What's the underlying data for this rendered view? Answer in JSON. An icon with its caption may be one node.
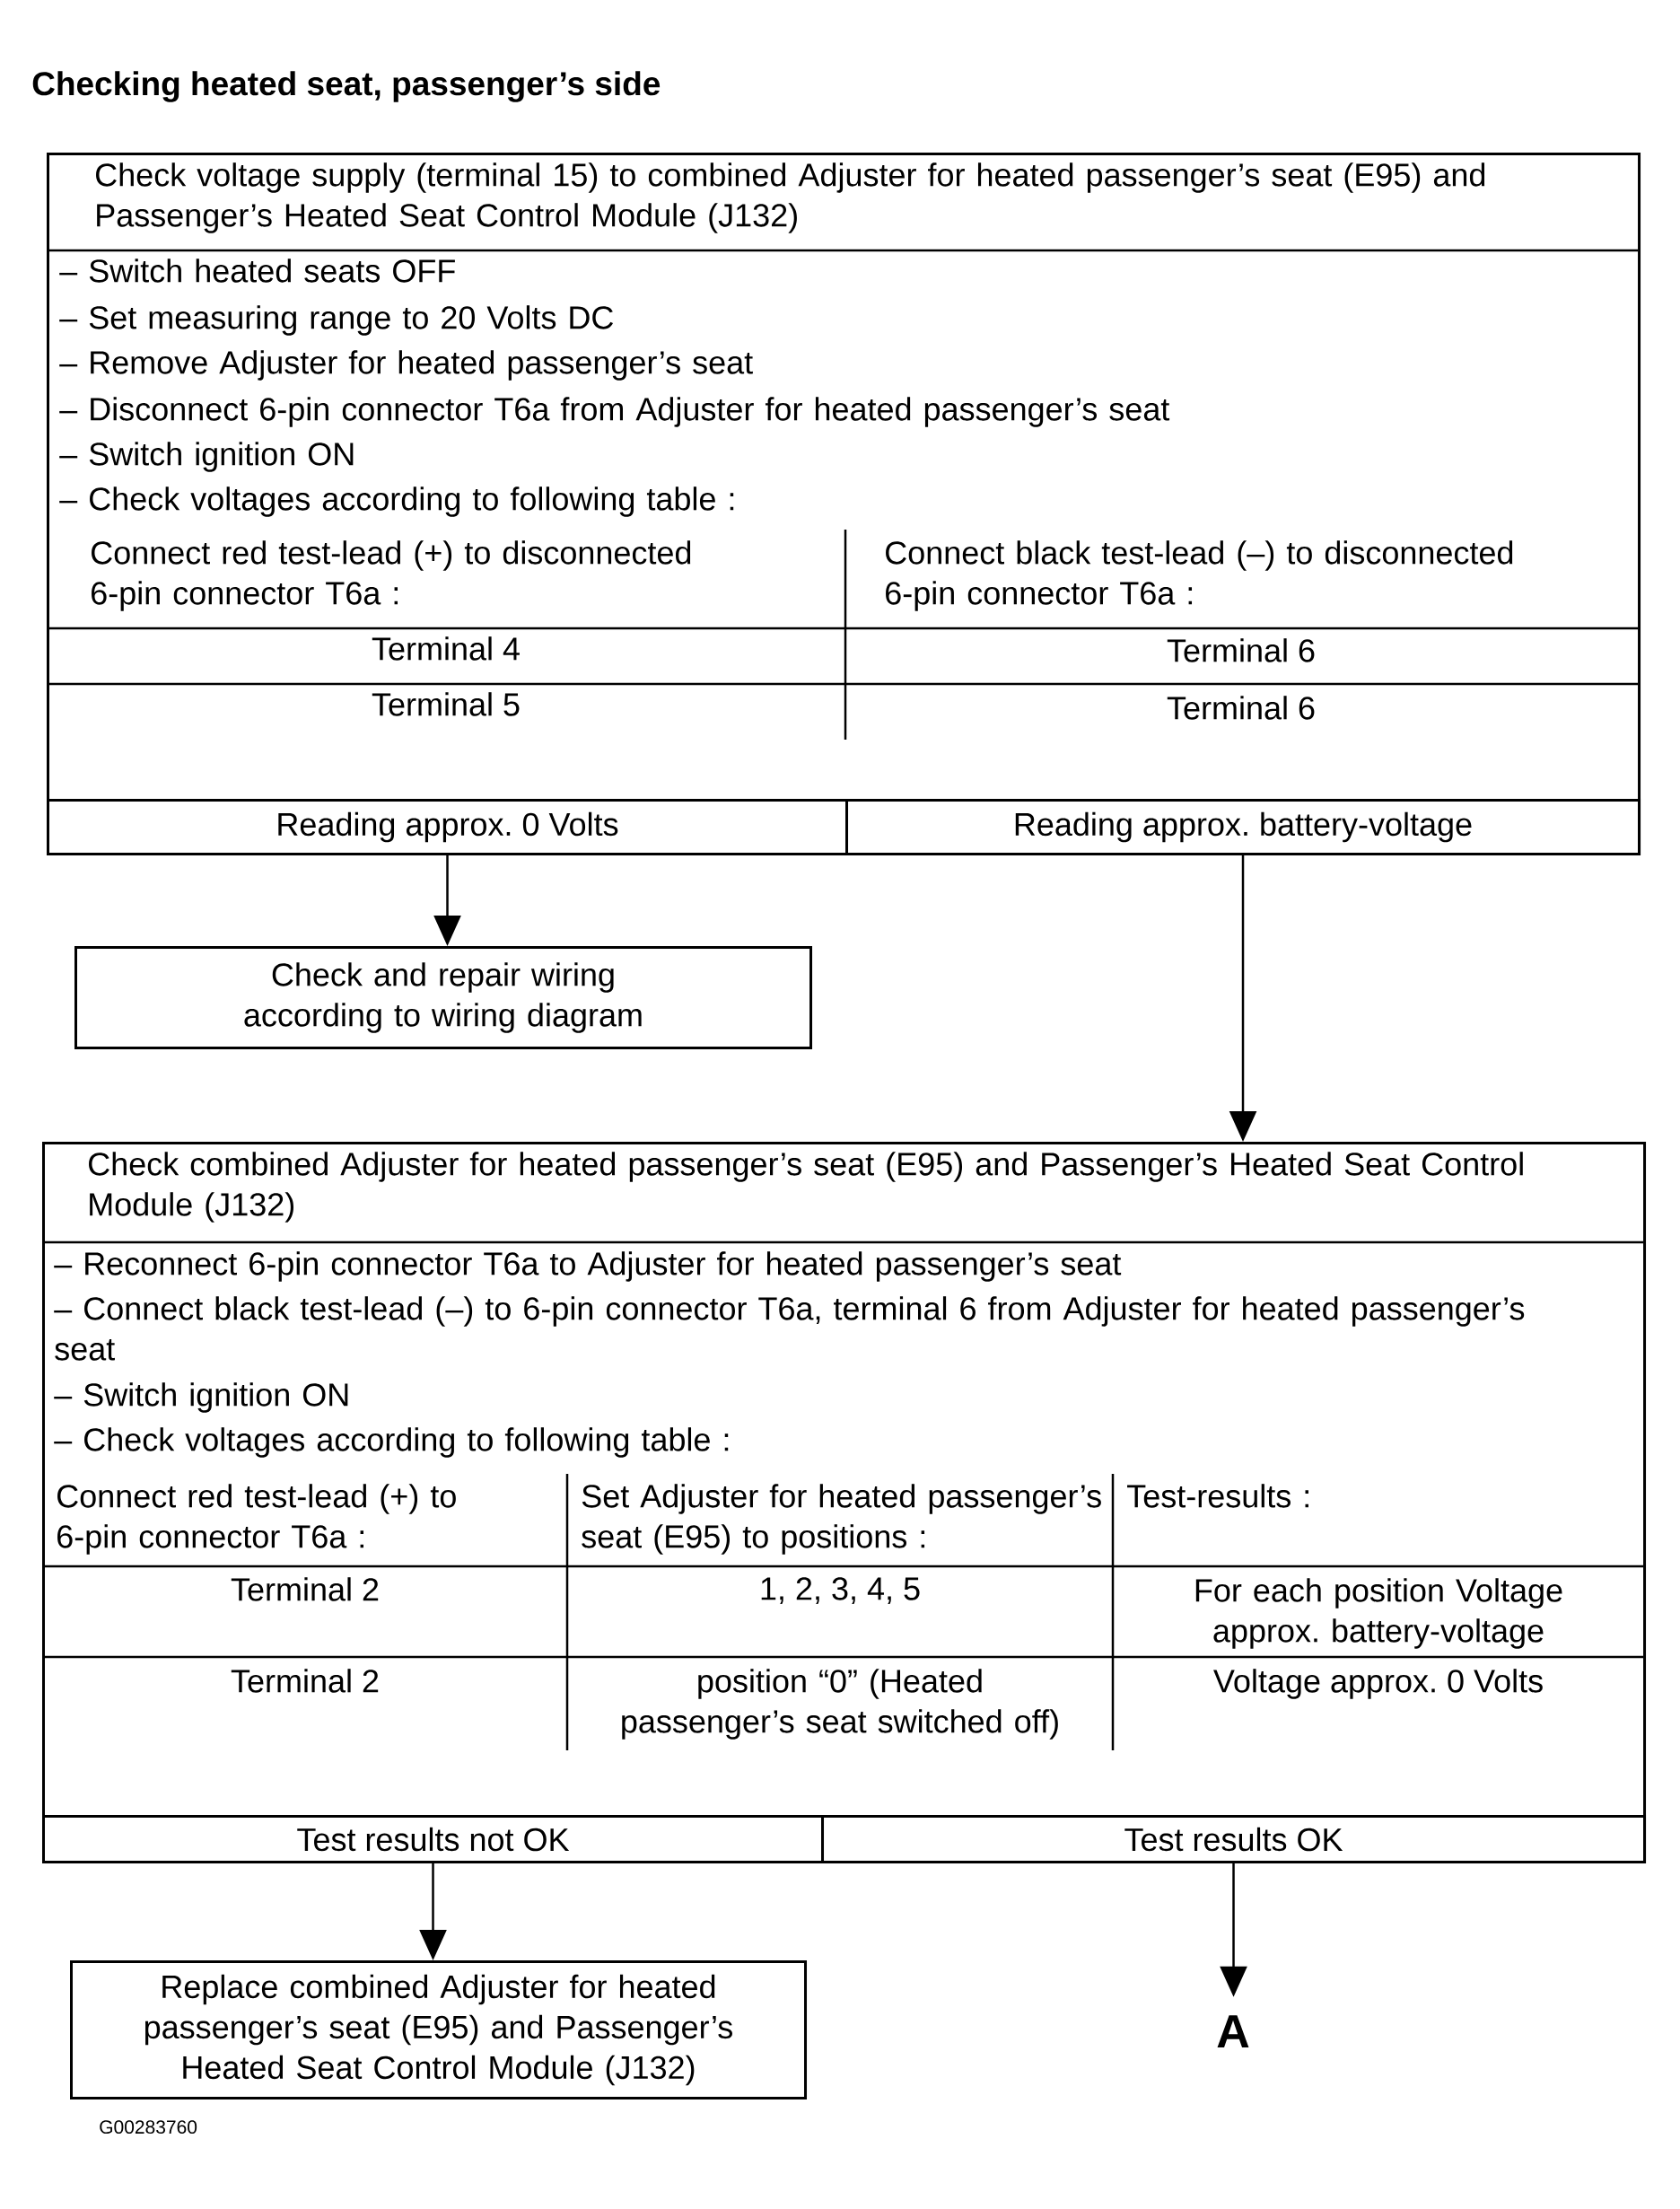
{
  "diagram": {
    "title": "Checking heated seat, passenger’s side",
    "nodes": [
      {
        "text": [
          "Check voltage supply (terminal 15) to combined Adjuster for heated passenger’s seat (E95) and Passenger’s Heated Seat Control Module (J132)",
          "– Switch heated seats OFF",
          "– Set measuring range to 20 Volts DC",
          "– Remove Adjuster for heated passenger’s seat",
          "– Disconnect 6-pin connector T6a from Adjuster for heated passenger’s seat",
          "– Switch ignition ON",
          "– Check voltages according to following table :"
        ]
      },
      {
        "text": [
          "Reading approx. 0 Volts"
        ],
        "in": 0
      },
      {
        "text": [
          "Reading approx. battery-voltage"
        ],
        "in": 0
      },
      {
        "text": [
          "Check and repair wiring according to wiring diagram"
        ]
      },
      {
        "text": [
          "Check combined Adjuster for heated passenger’s seat (E95) and Passenger’s Heated Seat Control Module (J132)",
          "– Reconnect 6-pin connector T6a to Adjuster for heated passenger’s seat",
          "– Connect black test-lead (–) to 6-pin connector T6a, terminal 6 from Adjuster for heated passenger’s seat",
          "– Switch ignition ON",
          "– Check voltages according to following table :"
        ]
      },
      {
        "text": [
          "Test results not OK"
        ],
        "in": 4
      },
      {
        "text": [
          "Test results OK"
        ],
        "in": 4
      },
      {
        "text": [
          "Replace combined Adjuster for heated passenger’s seat (E95) and Passenger’s Heated Seat Control Module (J132)"
        ]
      },
      {
        "text": [
          "A"
        ]
      }
    ],
    "edges": [
      {
        "from": 1,
        "to": 3,
        "arrow": "to"
      },
      {
        "from": 2,
        "to": 4,
        "arrow": "to"
      },
      {
        "from": 5,
        "to": 7,
        "arrow": "to"
      },
      {
        "from": 6,
        "to": 8,
        "arrow": "to"
      }
    ],
    "labels": [
      "Connect red test-lead (+) to disconnected 6-pin connector T6a :",
      "Connect black test-lead (–) to disconnected 6-pin connector T6a :",
      "Terminal 4",
      "Terminal 6",
      "Terminal 5",
      "Terminal 6",
      "Connect red test-lead (+) to 6-pin connector T6a :",
      "Set Adjuster for heated passenger’s seat (E95) to positions :",
      "Test-results :",
      "Terminal 2",
      "1, 2, 3, 4, 5",
      "For each position Voltage approx. battery-voltage",
      "Terminal 2",
      "position “0” (Heated passenger’s seat switched off)",
      "Voltage approx. 0 Volts",
      "G00283760"
    ]
  }
}
